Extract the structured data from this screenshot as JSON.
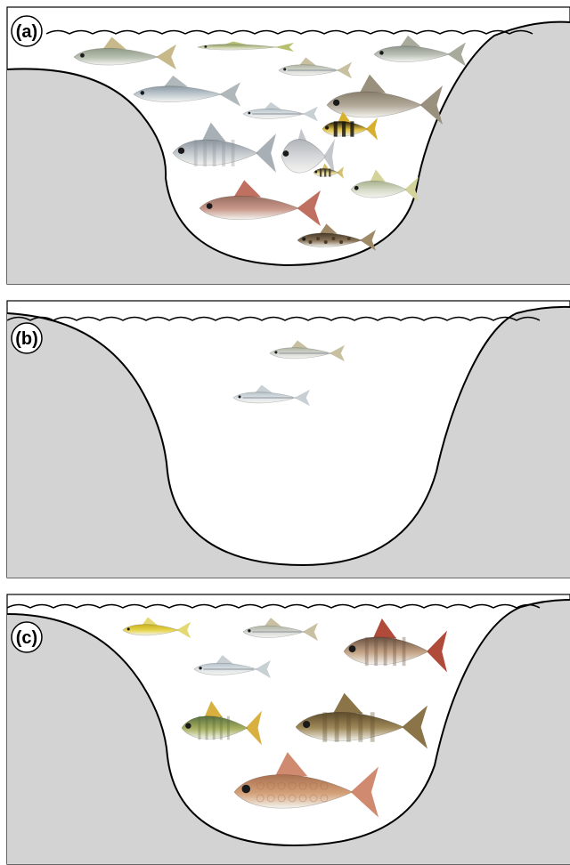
{
  "panels": [
    {
      "label": "(a)",
      "fish": [
        {
          "name": "grey-mullet",
          "body": "#b9c0b2",
          "back": "#8f9a86",
          "fin": "#c8b98a",
          "pattern": "plain"
        },
        {
          "name": "garfish",
          "body": "#c9cfa4",
          "back": "#8a9a62",
          "fin": "#b8c070",
          "pattern": "needle"
        },
        {
          "name": "silver-mullet",
          "body": "#c3ccd2",
          "back": "#8c9aa6",
          "fin": "#b0b8bc",
          "pattern": "plain"
        },
        {
          "name": "striped-mullet",
          "body": "#bcc1b8",
          "back": "#8d958a",
          "fin": "#a8ab9c",
          "pattern": "plain"
        },
        {
          "name": "hardyhead",
          "body": "#d6d9d4",
          "back": "#aeb4a2",
          "fin": "#c8c0a0",
          "pattern": "stripe"
        },
        {
          "name": "catfish",
          "body": "#b4ab9c",
          "back": "#8a7f6c",
          "fin": "#9a907e",
          "pattern": "plain"
        },
        {
          "name": "smelt",
          "body": "#dfe5e8",
          "back": "#b4c0c8",
          "fin": "#c8d0d4",
          "pattern": "stripe"
        },
        {
          "name": "banded-perch",
          "body": "#e0c040",
          "back": "#1f1a10",
          "fin": "#d8b030",
          "pattern": "bands"
        },
        {
          "name": "bream",
          "body": "#c7ccd0",
          "back": "#8d969e",
          "fin": "#a8b0b6",
          "pattern": "bars"
        },
        {
          "name": "moonfish",
          "body": "#d8dadc",
          "back": "#b0b4b8",
          "fin": "#c4c8cc",
          "pattern": "diamond"
        },
        {
          "name": "small-banded-fish",
          "body": "#e8d890",
          "back": "#3a3424",
          "fin": "#d4c070",
          "pattern": "bands"
        },
        {
          "name": "silver-biddy",
          "body": "#d6dcc8",
          "back": "#a6b08c",
          "fin": "#d4d49a",
          "pattern": "plain"
        },
        {
          "name": "red-snapper",
          "body": "#c8988a",
          "back": "#9a6e62",
          "fin": "#c07060",
          "pattern": "plain"
        },
        {
          "name": "goby",
          "body": "#8a7458",
          "back": "#4a3c2a",
          "fin": "#a08a68",
          "pattern": "spots"
        }
      ]
    },
    {
      "label": "(b)",
      "fish": [
        {
          "name": "hardyhead",
          "body": "#d6d9d4",
          "back": "#aeb4a2",
          "fin": "#c8c0a0",
          "pattern": "stripe"
        },
        {
          "name": "smelt",
          "body": "#dfe5e8",
          "back": "#b4c0c8",
          "fin": "#c8d0d4",
          "pattern": "stripe"
        }
      ]
    },
    {
      "label": "(c)",
      "fish": [
        {
          "name": "gambusia",
          "body": "#e8d650",
          "back": "#c8b020",
          "fin": "#e4d870",
          "pattern": "plain"
        },
        {
          "name": "hardyhead",
          "body": "#d6d9d4",
          "back": "#aeb4a2",
          "fin": "#c8c0a0",
          "pattern": "stripe"
        },
        {
          "name": "tilapia",
          "body": "#c4a486",
          "back": "#6a5040",
          "fin": "#b04a3a",
          "pattern": "bars"
        },
        {
          "name": "smelt",
          "body": "#dfe5e8",
          "back": "#b4c0c8",
          "fin": "#c8d0d4",
          "pattern": "stripe"
        },
        {
          "name": "bluegill",
          "body": "#a8b060",
          "back": "#5a7040",
          "fin": "#d8b040",
          "pattern": "bars"
        },
        {
          "name": "smallmouth-bass",
          "body": "#a08a5a",
          "back": "#5e4c2c",
          "fin": "#8a7448",
          "pattern": "bars"
        },
        {
          "name": "common-carp",
          "body": "#d4a078",
          "back": "#a87050",
          "fin": "#d08a70",
          "pattern": "scales"
        }
      ]
    }
  ],
  "colors": {
    "land": "#d3d3d3",
    "water": "#ffffff",
    "outline": "#000000"
  }
}
